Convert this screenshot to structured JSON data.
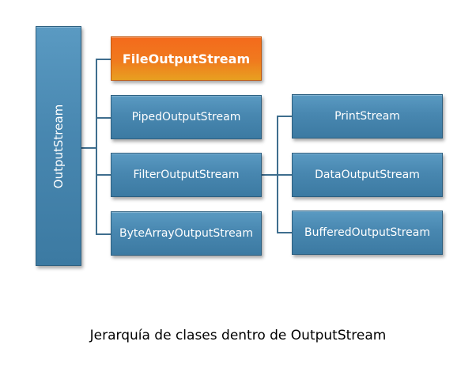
{
  "diagram": {
    "root": {
      "label": "OutputStream"
    },
    "level1": [
      {
        "label": "FileOutputStream",
        "highlighted": true
      },
      {
        "label": "PipedOutputStream",
        "highlighted": false
      },
      {
        "label": "FilterOutputStream",
        "highlighted": false
      },
      {
        "label": "ByteArrayOutputStream",
        "highlighted": false
      }
    ],
    "level2": [
      {
        "label": "PrintStream"
      },
      {
        "label": "DataOutputStream"
      },
      {
        "label": "BufferedOutputStream"
      }
    ]
  },
  "caption": "Jerarquía de clases dentro de OutputStream",
  "colors": {
    "box_blue": "#4887b0",
    "box_orange": "#f07a1e",
    "connector": "#3f6e8e"
  }
}
